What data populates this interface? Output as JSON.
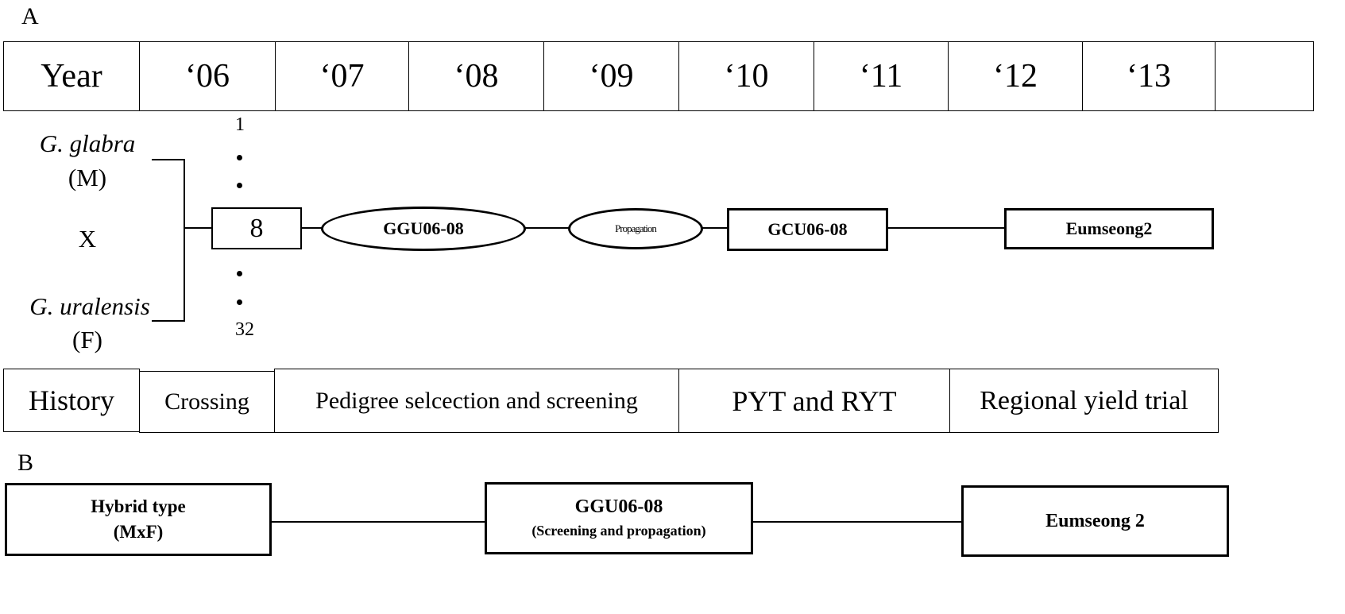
{
  "panel_a_label": "A",
  "panel_b_label": "B",
  "year_row": [
    "Year",
    "‘06",
    "‘07",
    "‘08",
    "‘09",
    "‘10",
    "‘11",
    "‘12",
    "‘13"
  ],
  "parents": {
    "male_name": "G. glabra",
    "male_tag": "(M)",
    "cross_symbol": "X",
    "female_name": "G. uralensis",
    "female_tag": "(F)"
  },
  "progeny": {
    "first": "1",
    "selected": "8",
    "last": "32"
  },
  "lineage": {
    "line1": "GGU06-08",
    "propagation": "Propagation",
    "line2": "GCU06-08",
    "final": "Eumseong2"
  },
  "history_row": [
    "History",
    "Crossing",
    "Pedigree selcection and screening",
    "PYT and RYT",
    "Regional yield trial"
  ],
  "panel_b": {
    "hybrid_line1": "Hybrid type",
    "hybrid_line2": "(MxF)",
    "ggu_line1": "GGU06-08",
    "ggu_line2": "(Screening and propagation)",
    "final": "Eumseong 2"
  }
}
